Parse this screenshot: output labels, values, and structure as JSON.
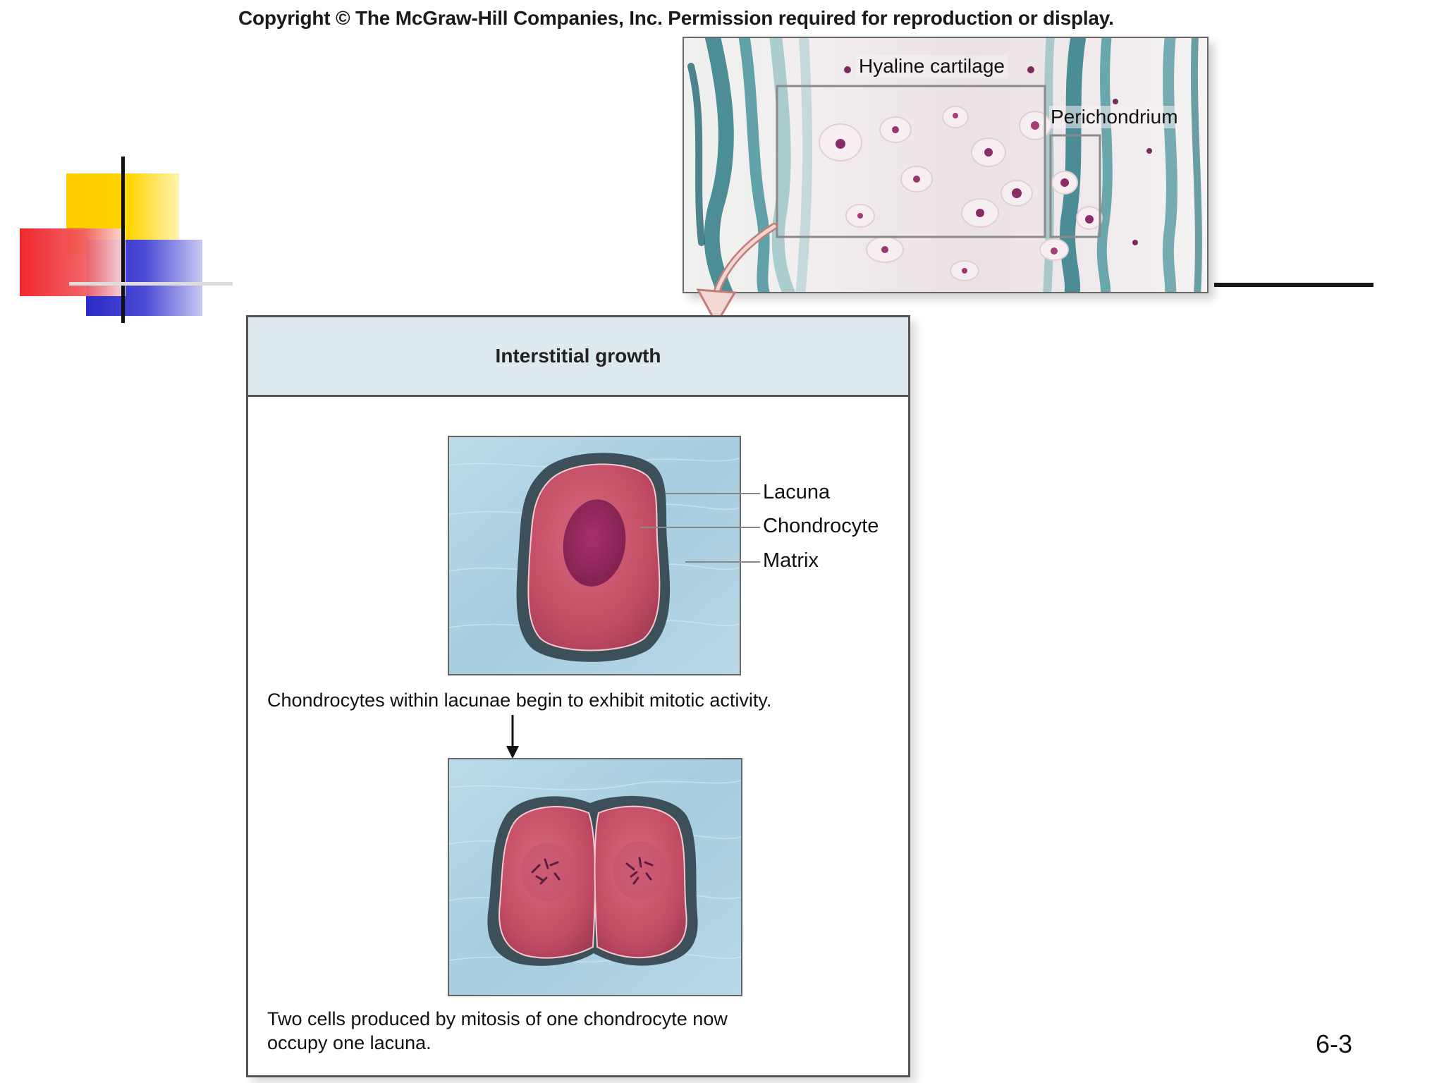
{
  "copyright": "Copyright © The McGraw-Hill Companies, Inc. Permission required for reproduction or display.",
  "micrograph": {
    "label_hyaline": "Hyaline cartilage",
    "label_perichondrium": "Perichondrium"
  },
  "panel": {
    "title": "Interstitial growth",
    "stage1": {
      "labels": {
        "lacuna": "Lacuna",
        "chondrocyte": "Chondrocyte",
        "matrix": "Matrix"
      },
      "caption": "Chondrocytes within lacunae begin to exhibit mitotic activity."
    },
    "stage2": {
      "caption_line1": "Two cells produced by mitosis of one chondrocyte now",
      "caption_line2": "occupy one lacuna."
    }
  },
  "slide_number": "6-3",
  "colors": {
    "logo_yellow": "#ffcc00",
    "logo_red": "#ee1c24",
    "logo_blue": "#3333cc",
    "matrix_blue": "#a9cfe0",
    "chondrocyte_pink": "#c85068",
    "panel_header": "#deeaf0"
  }
}
